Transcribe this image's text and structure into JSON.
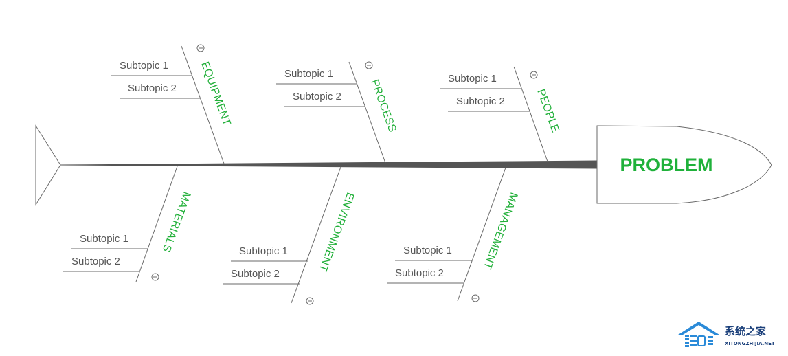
{
  "problem": {
    "label": "PROBLEM"
  },
  "categories": {
    "equipment": {
      "label": "EQUIPMENT",
      "subtopics": [
        "Subtopic 1",
        "Subtopic 2"
      ]
    },
    "process": {
      "label": "PROCESS",
      "subtopics": [
        "Subtopic 1",
        "Subtopic 2"
      ]
    },
    "people": {
      "label": "PEOPLE",
      "subtopics": [
        "Subtopic 1",
        "Subtopic 2"
      ]
    },
    "materials": {
      "label": "MATERIALS",
      "subtopics": [
        "Subtopic 1",
        "Subtopic 2"
      ]
    },
    "environment": {
      "label": "ENVIRONMENT",
      "subtopics": [
        "Subtopic 1",
        "Subtopic 2"
      ]
    },
    "management": {
      "label": "MANAGEMENT",
      "subtopics": [
        "Subtopic 1",
        "Subtopic 2"
      ]
    }
  },
  "colors": {
    "category_text": "#22b03a",
    "problem_text": "#1fb13a",
    "lines": "#6a6a6a",
    "spine": "#555555"
  },
  "watermark": {
    "title": "系统之家",
    "subtitle": "XITONGZHIJIA.NET",
    "icon": "house-logo-icon"
  }
}
